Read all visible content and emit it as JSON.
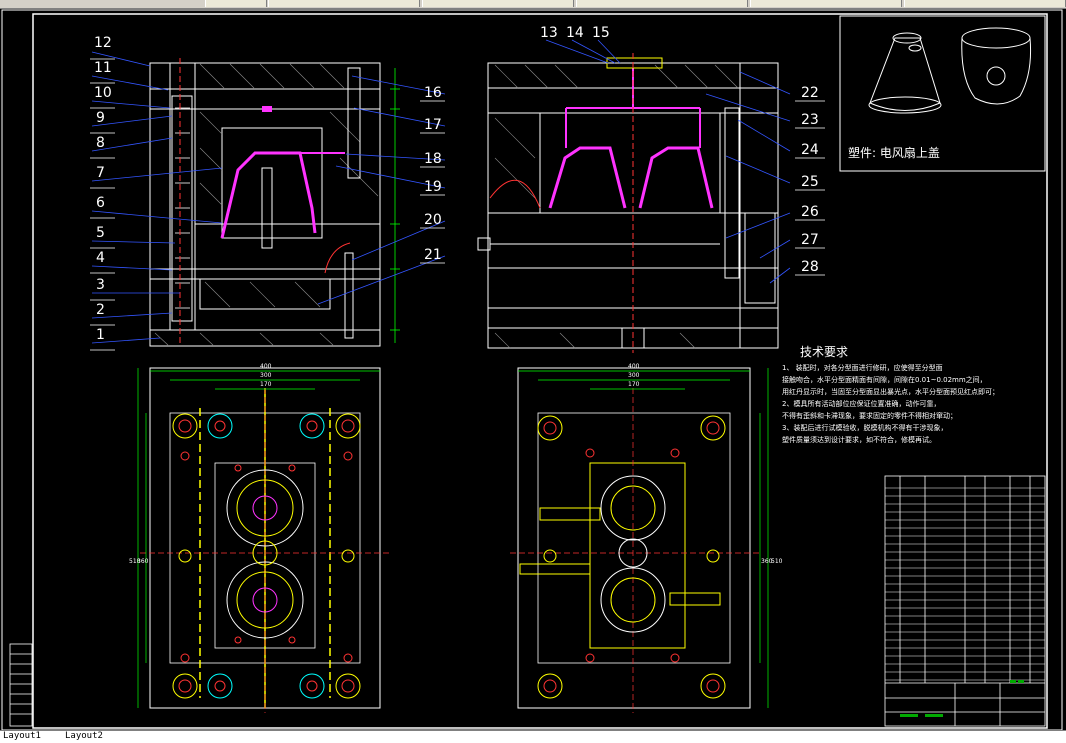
{
  "window": {
    "title": ""
  },
  "tabs": [
    {
      "label": "Layout1"
    },
    {
      "label": "Layout2"
    }
  ],
  "drawing": {
    "part_label": "塑件: 电风扇上盖",
    "tech_title": "技术要求",
    "tech_lines": [
      "1、   装配时，对各分型面进行修研，应使得至分型面",
      "接触吻合，水平分型面精面有间隙，间隙在0.01~0.02mm之间，",
      "用红丹显示时，当固至分型面显出暴光点，水平分型面预见红点即可；",
      "2、模具所有活动部位应保证位置准确，动作可靠，",
      "不得有歪斜和卡滞现象，要求固定的零件不得相对窜动；",
      "3、装配后进行试模验收，脱模机构不得有干涉现象，",
      "塑件质量须达到设计要求，如不符合，修模再试。"
    ],
    "left_callouts": [
      "12",
      "11",
      "10",
      "9",
      "8",
      "7",
      "6",
      "5",
      "4",
      "3",
      "2",
      "1"
    ],
    "mid_callouts": [
      "16",
      "17",
      "18",
      "19",
      "20",
      "21"
    ],
    "top_callouts": [
      "13",
      "14",
      "15"
    ],
    "right_callouts": [
      "22",
      "23",
      "24",
      "25",
      "26",
      "27",
      "28"
    ],
    "dims_top": [
      "400",
      "300",
      "170"
    ],
    "dims_side": [
      "510",
      "360"
    ]
  },
  "colors": {
    "background": "#000000",
    "outline": "#ffffff",
    "part": "#ff33ff",
    "leader": "#3355ff",
    "dim": "#00ff00",
    "center": "#ff3333",
    "bolt": "#00ffff",
    "accent": "#ffff00"
  }
}
